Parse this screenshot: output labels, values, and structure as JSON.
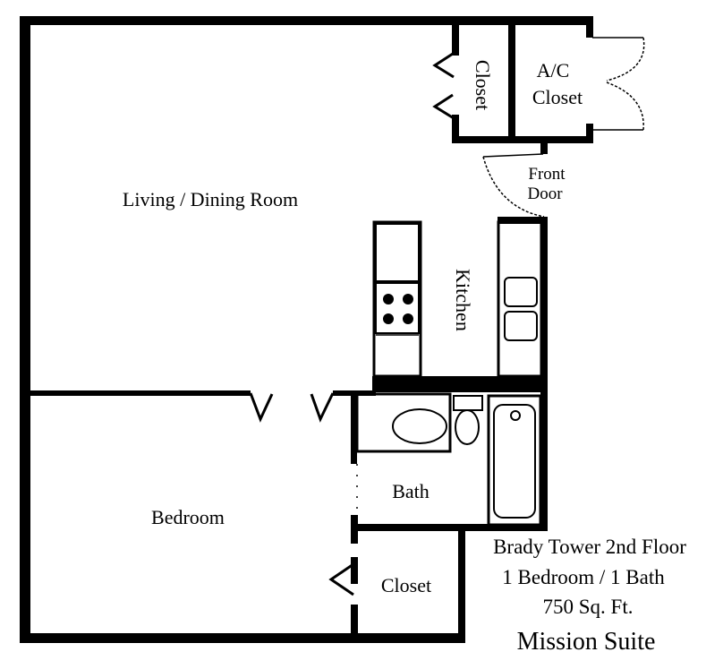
{
  "rooms": {
    "living": "Living / Dining Room",
    "closet_top": "Closet",
    "ac_line1": "A/C",
    "ac_line2": "Closet",
    "front_door_line1": "Front",
    "front_door_line2": "Door",
    "kitchen": "Kitchen",
    "bath": "Bath",
    "bedroom": "Bedroom",
    "closet_bottom": "Closet"
  },
  "info": {
    "building": "Brady Tower 2nd Floor",
    "layout": "1 Bedroom / 1 Bath",
    "area": "750 Sq. Ft.",
    "suite_name": "Mission Suite"
  },
  "colors": {
    "wall": "#000000",
    "background": "#ffffff"
  }
}
